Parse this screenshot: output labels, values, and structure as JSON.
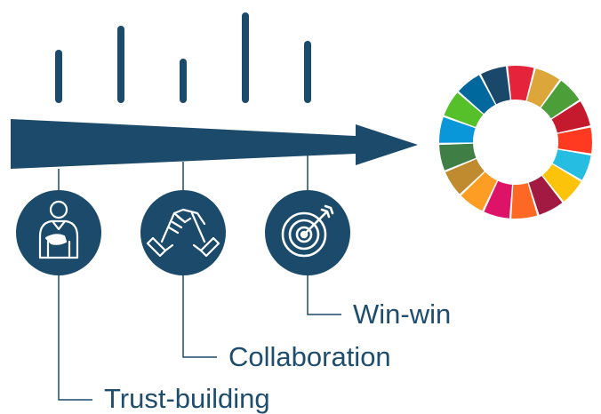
{
  "colors": {
    "navy": "#1b4a6b",
    "label_text": "#1f4d6e"
  },
  "steps": [
    {
      "label": "Trust-building",
      "icon": "person-hand-on-heart-icon"
    },
    {
      "label": "Collaboration",
      "icon": "handshake-icon"
    },
    {
      "label": "Win-win",
      "icon": "target-with-arrow-icon"
    }
  ],
  "sdg_wheel": {
    "icon": "sdg-color-wheel-icon",
    "segment_colors": [
      "#e5243b",
      "#dda63a",
      "#4c9f38",
      "#c5192d",
      "#ff3a21",
      "#26bde2",
      "#fcc30b",
      "#a21942",
      "#fd6925",
      "#dd1367",
      "#fd9d24",
      "#bf8b2e",
      "#3f7e44",
      "#0a97d9",
      "#56c02b",
      "#00689d",
      "#19486a"
    ]
  }
}
